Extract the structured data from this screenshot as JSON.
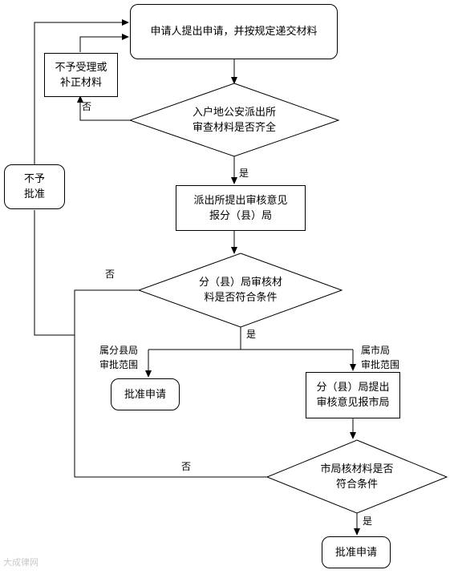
{
  "nodes": {
    "apply": "申请人提出申请，并按规定递交材料",
    "reject_correct": "不予受理或\n补正材料",
    "police_check": "入户地公安派出所\n审查材料是否齐全",
    "station_opinion": "派出所提出审核意见\n报分（县）局",
    "branch_check": "分（县）局审核材\n料是否符合条件",
    "not_approved": "不予\n批准",
    "approve_left": "批准申请",
    "branch_report": "分（县）局提出\n审核意见报市局",
    "city_check": "市局核材料是否\n符合条件",
    "approve_bottom": "批准申请"
  },
  "labels": {
    "no_1": "否",
    "yes_1": "是",
    "no_2": "否",
    "yes_2": "是",
    "county_scope": "属分县局\n审批范围",
    "city_scope": "属市局\n审批范围",
    "no_3": "否",
    "yes_3": "是"
  },
  "watermark": "大成律网"
}
